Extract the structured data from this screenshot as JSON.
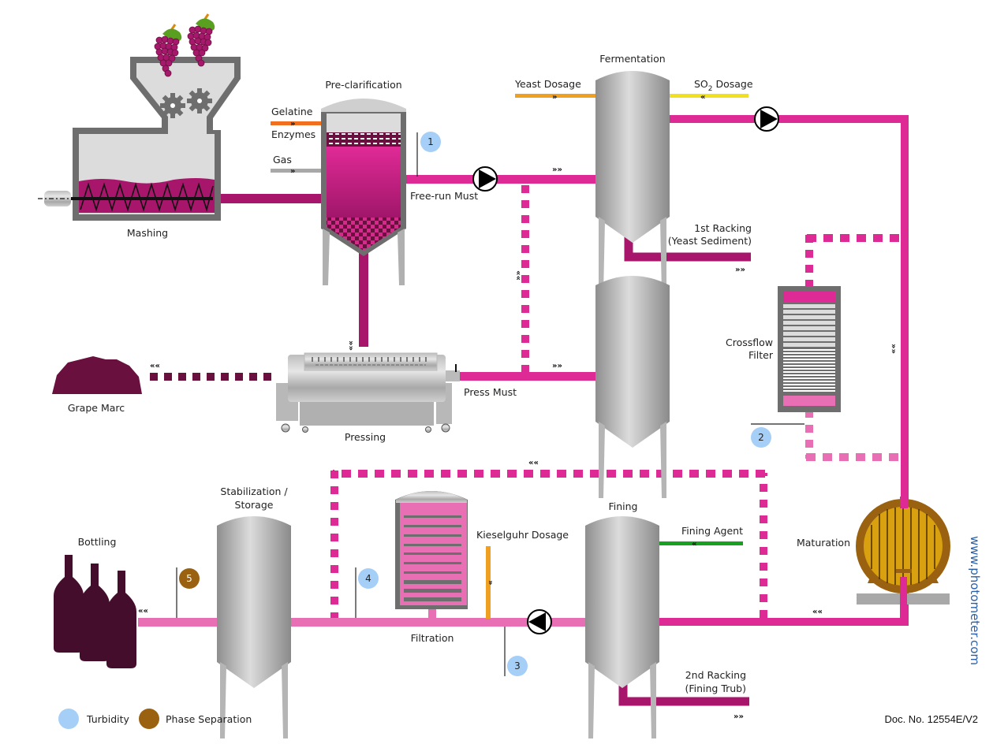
{
  "colors": {
    "must": "#a8166c",
    "wine": "#de2a94",
    "light_wine": "#e86fb4",
    "marc": "#6a103f",
    "orange": "#f07020",
    "yeast": "#f0a020",
    "so2": "#f0e020",
    "green": "#18a020",
    "gas": "#a8a8a8",
    "turbidity": "#a6cff7",
    "phase": "#9a6210",
    "barrel": "#a36b0a",
    "barrel_inner": "#d9a010"
  },
  "stages": {
    "mashing": "Mashing",
    "preclarification": "Pre-clarification",
    "fermentation": "Fermentation",
    "pressing": "Pressing",
    "grape_marc": "Grape Marc",
    "crossflow_1": "Crossflow",
    "crossflow_2": "Filter",
    "maturation": "Maturation",
    "fining": "Fining",
    "filtration": "Filtration",
    "stabilization_1": "Stabilization /",
    "stabilization_2": "Storage",
    "bottling": "Bottling"
  },
  "streams": {
    "gelatine": "Gelatine",
    "enzymes": "Enzymes",
    "gas": "Gas",
    "free_run_must": "Free-run Must",
    "press_must": "Press Must",
    "yeast_dosage": "Yeast Dosage",
    "so2_dosage_prefix": "SO",
    "so2_dosage_sub": "2",
    "so2_dosage_suffix": " Dosage",
    "racking1_1": "1st Racking",
    "racking1_2": "(Yeast Sediment)",
    "racking2_1": "2nd Racking",
    "racking2_2": "(Fining Trub)",
    "fining_agent": "Fining Agent",
    "kieselguhr": "Kieselguhr Dosage"
  },
  "arrows": {
    "right2": "»",
    "right4": "»»",
    "left2": "«",
    "left4": "««",
    "down": "⋙",
    "up": "⋘"
  },
  "measuring_points": [
    {
      "id": "1",
      "type": "turbidity"
    },
    {
      "id": "2",
      "type": "turbidity"
    },
    {
      "id": "3",
      "type": "turbidity"
    },
    {
      "id": "4",
      "type": "turbidity"
    },
    {
      "id": "5",
      "type": "phase"
    }
  ],
  "legend": {
    "turbidity": "Turbidity",
    "phase": "Phase Separation"
  },
  "footer": {
    "doc_no": "Doc. No. 12554E/V2",
    "website": "www.photometer.com"
  }
}
